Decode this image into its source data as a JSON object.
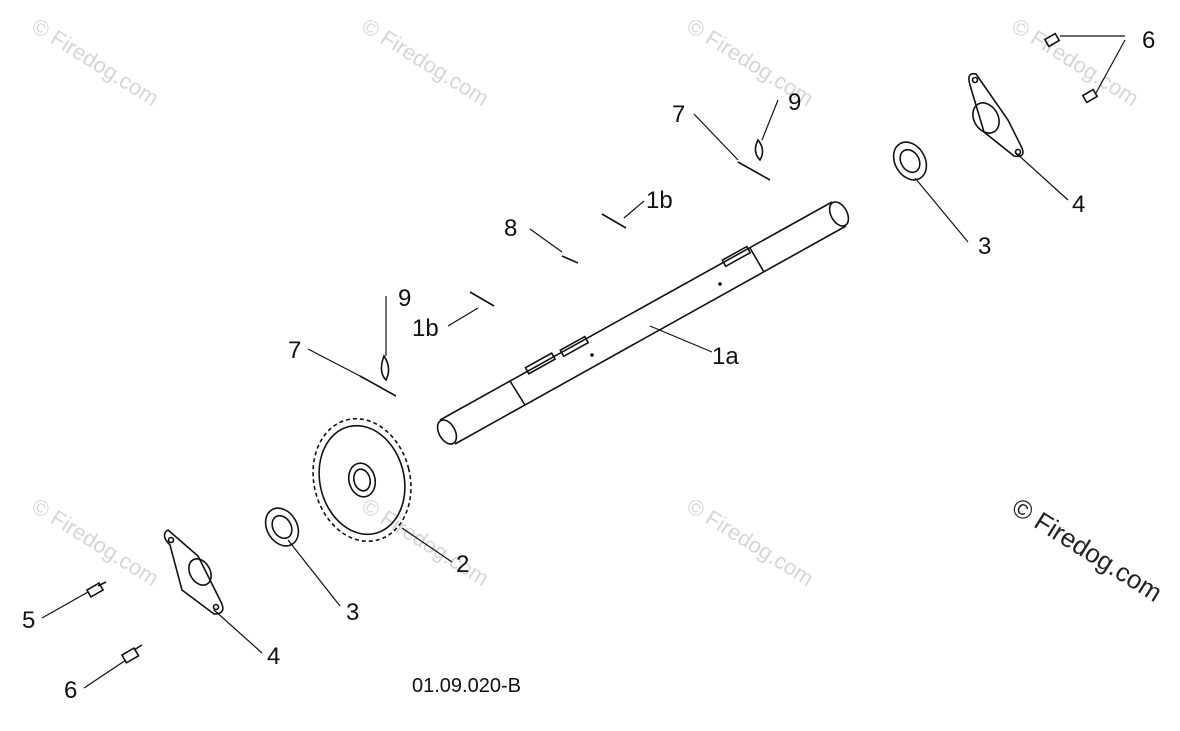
{
  "diagram": {
    "callouts": {
      "c1a": "1a",
      "c1b_top": "1b",
      "c1b_mid": "1b",
      "c2": "2",
      "c3_right": "3",
      "c3_left": "3",
      "c4_right": "4",
      "c4_left": "4",
      "c5": "5",
      "c6_top": "6",
      "c6_bottom": "6",
      "c7_top": "7",
      "c7_left": "7",
      "c8": "8",
      "c9_top": "9",
      "c9_left": "9"
    },
    "watermark": "© Firedog.com",
    "watermark_main": "© Firedog.com",
    "reference": "01.09.020-B"
  }
}
